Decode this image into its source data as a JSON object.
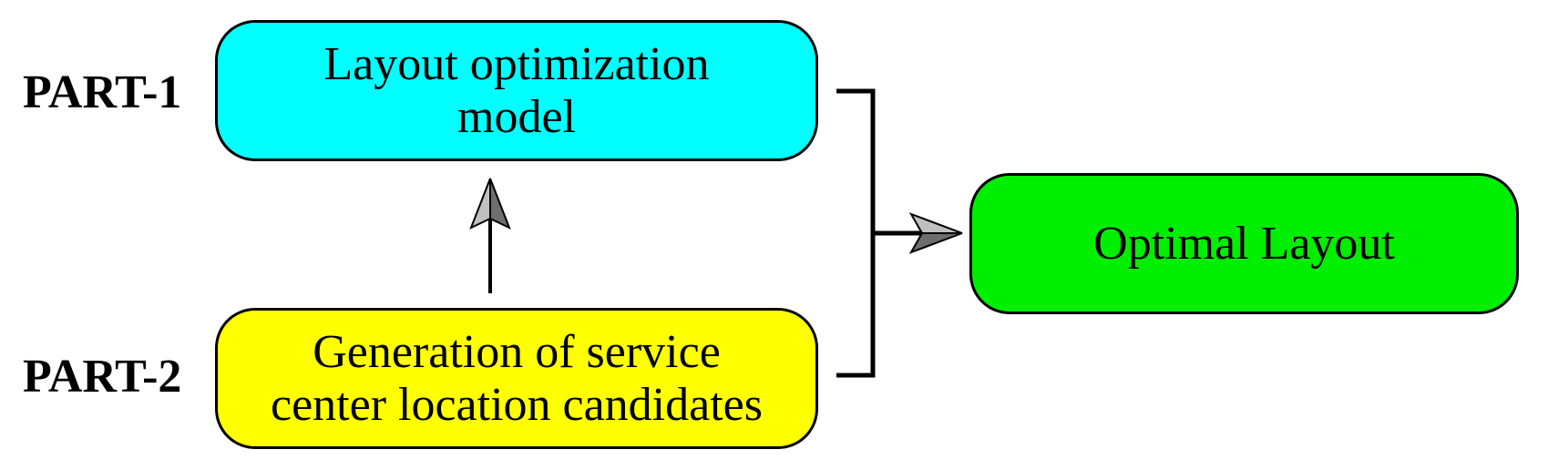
{
  "part1": {
    "label": "PART-1"
  },
  "part2": {
    "label": "PART-2"
  },
  "boxes": {
    "layout_model": {
      "line1": "Layout optimization",
      "line2": "model",
      "color": "#00ffff"
    },
    "generation": {
      "line1": "Generation of service",
      "line2": "center location candidates",
      "color": "#ffff00"
    },
    "optimal": {
      "text": "Optimal Layout",
      "color": "#00ee00"
    }
  },
  "colors": {
    "arrowhead_light": "#c0c0c0",
    "arrowhead_dark": "#6e6e6e",
    "stroke": "#000000"
  }
}
